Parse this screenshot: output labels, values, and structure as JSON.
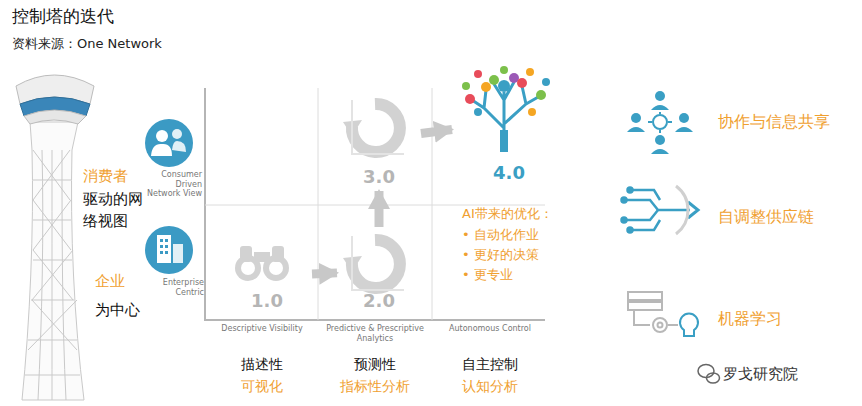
{
  "diagram": {
    "title": "控制塔的迭代",
    "nodes": [
      {
        "text": [
          "1.0"
        ]
      },
      {
        "text": [
          "2.0"
        ]
      },
      {
        "text": [
          "3.0"
        ]
      },
      {
        "text": [
          "4.0"
        ]
      }
    ],
    "edges": [
      {
        "from": 0,
        "to": 1,
        "arrow": "to"
      },
      {
        "from": 1,
        "to": 2,
        "arrow": "to"
      },
      {
        "from": 2,
        "to": 3,
        "arrow": "to"
      }
    ],
    "labels": [
      "资料来源：One Network",
      "Consumer Driven Network View",
      "消费者",
      "驱动的网络视图",
      "Enterprise Centric",
      "企业",
      "为中心",
      "AI带来的优化：",
      "• 自动化作业",
      "• 更好的决策",
      "• 更专业",
      "Descriptive Visibility",
      "描述性",
      "可视化",
      "Predictive & Prescriptive Analytics",
      "预测性",
      "指标性分析",
      "Autonomous Control",
      "自主控制",
      "认知分析",
      "协作与信息共享",
      "自调整供应链",
      "机器学习",
      "罗戈研究院"
    ]
  }
}
